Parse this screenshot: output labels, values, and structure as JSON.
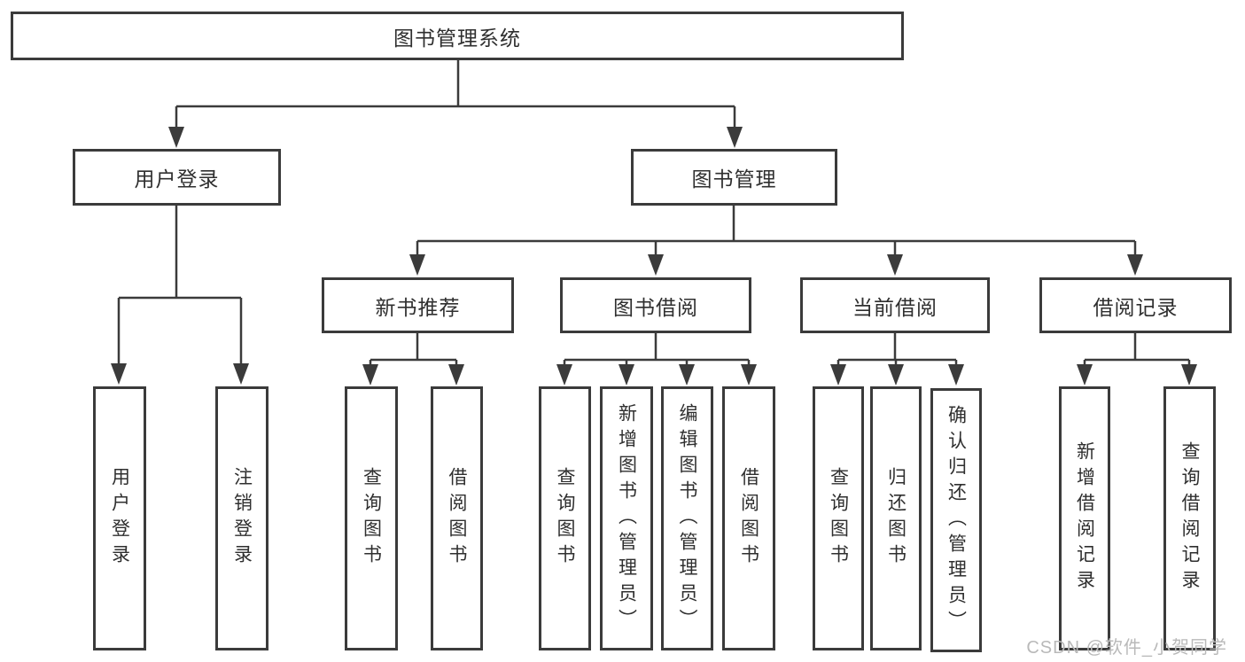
{
  "colors": {
    "line": "#3b3b3b",
    "box_border": "#3b3b3b",
    "text": "#2f2f2f",
    "background": "#ffffff",
    "watermark_text": "#b9b9b9"
  },
  "watermark": "CSDN @软件_小贺同学",
  "diagram": {
    "root": {
      "label": "图书管理系统"
    },
    "level2": {
      "user_login": {
        "label": "用户登录"
      },
      "book_mgmt": {
        "label": "图书管理"
      }
    },
    "level3": {
      "new_book_rec": {
        "label": "新书推荐"
      },
      "book_borrow": {
        "label": "图书借阅"
      },
      "current_borrow": {
        "label": "当前借阅"
      },
      "borrow_records": {
        "label": "借阅记录"
      }
    },
    "level4": {
      "ul_login": {
        "label": "用户登录"
      },
      "ul_logout": {
        "label": "注销登录"
      },
      "nb_query": {
        "label": "查询图书"
      },
      "nb_borrow": {
        "label": "借阅图书"
      },
      "bb_query": {
        "label": "查询图书"
      },
      "bb_add": {
        "label": "新增图书（管理员）"
      },
      "bb_edit": {
        "label": "编辑图书（管理员）"
      },
      "bb_borrow": {
        "label": "借阅图书"
      },
      "cb_query": {
        "label": "查询图书"
      },
      "cb_return": {
        "label": "归还图书"
      },
      "cb_confirm": {
        "label": "确认归还（管理员）"
      },
      "br_add": {
        "label": "新增借阅记录"
      },
      "br_query": {
        "label": "查询借阅记录"
      }
    }
  }
}
